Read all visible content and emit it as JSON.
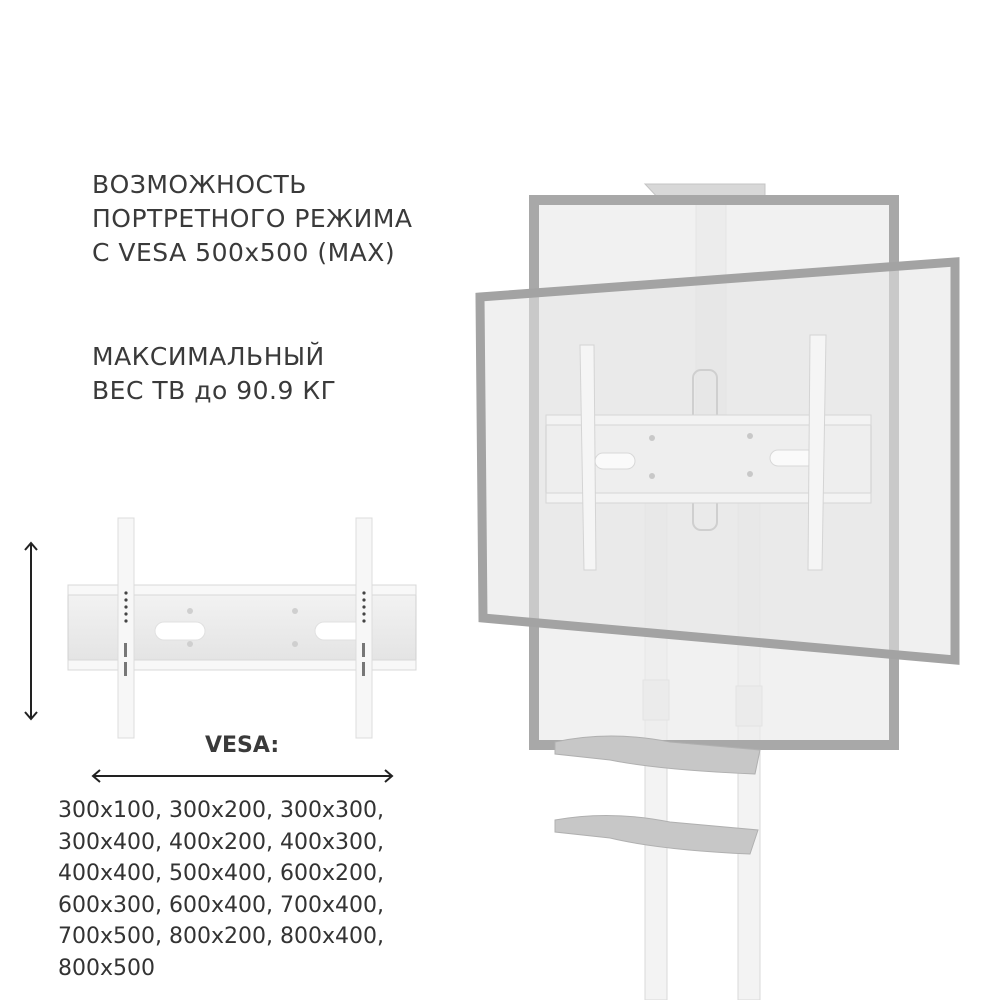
{
  "features": {
    "portrait": {
      "lines": [
        "ВОЗМОЖНОСТЬ",
        "ПОРТРЕТНОГО РЕЖИМА",
        "С VESA  500x500 (MAX)"
      ]
    },
    "weight": {
      "lines": [
        "МАКСИМАЛЬНЫЙ",
        "ВЕС ТВ до 90.9 КГ"
      ]
    }
  },
  "vesa": {
    "label": "VESA:",
    "lines": [
      "300x100, 300x200, 300x300,",
      "300x400, 400x200, 400x300,",
      "400x400, 500x400, 600x200,",
      "600x300, 600x400, 700x400,",
      "700x500, 800x200, 800x400,",
      "800x500"
    ]
  },
  "illustration": {
    "bracket_icon": "vesa-bracket-icon",
    "vertical_arrow": "vertical-double-arrow-icon",
    "horizontal_arrow": "horizontal-double-arrow-icon",
    "stand": "mobile-tv-stand-illustration",
    "colors": {
      "frame": "#a8a8a8",
      "screen": "#e4e4e4",
      "metal": "#f2f2f2",
      "shelf": "#bdbdbd"
    }
  }
}
